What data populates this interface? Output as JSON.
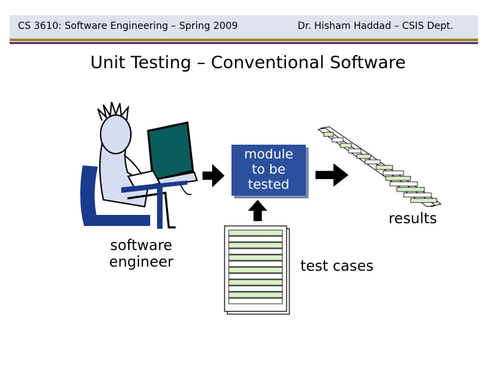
{
  "header": {
    "course": "CS 3610: Software Engineering – Spring 2009",
    "instructor": "Dr. Hisham Haddad – CSIS Dept."
  },
  "slide": {
    "title": "Unit Testing – Conventional Software"
  },
  "diagram": {
    "module_line1": "module",
    "module_line2": "to be",
    "module_line3": "tested",
    "results_label": "results",
    "engineer_line1": "software",
    "engineer_line2": "engineer",
    "test_cases_label": "test cases"
  },
  "colors": {
    "module_fill": "#2c4f9e",
    "row_green": "#d9f0c8",
    "header_band": "#dfe3ee",
    "rule_olive": "#9a8a22",
    "rule_purple": "#5a2f7d"
  }
}
